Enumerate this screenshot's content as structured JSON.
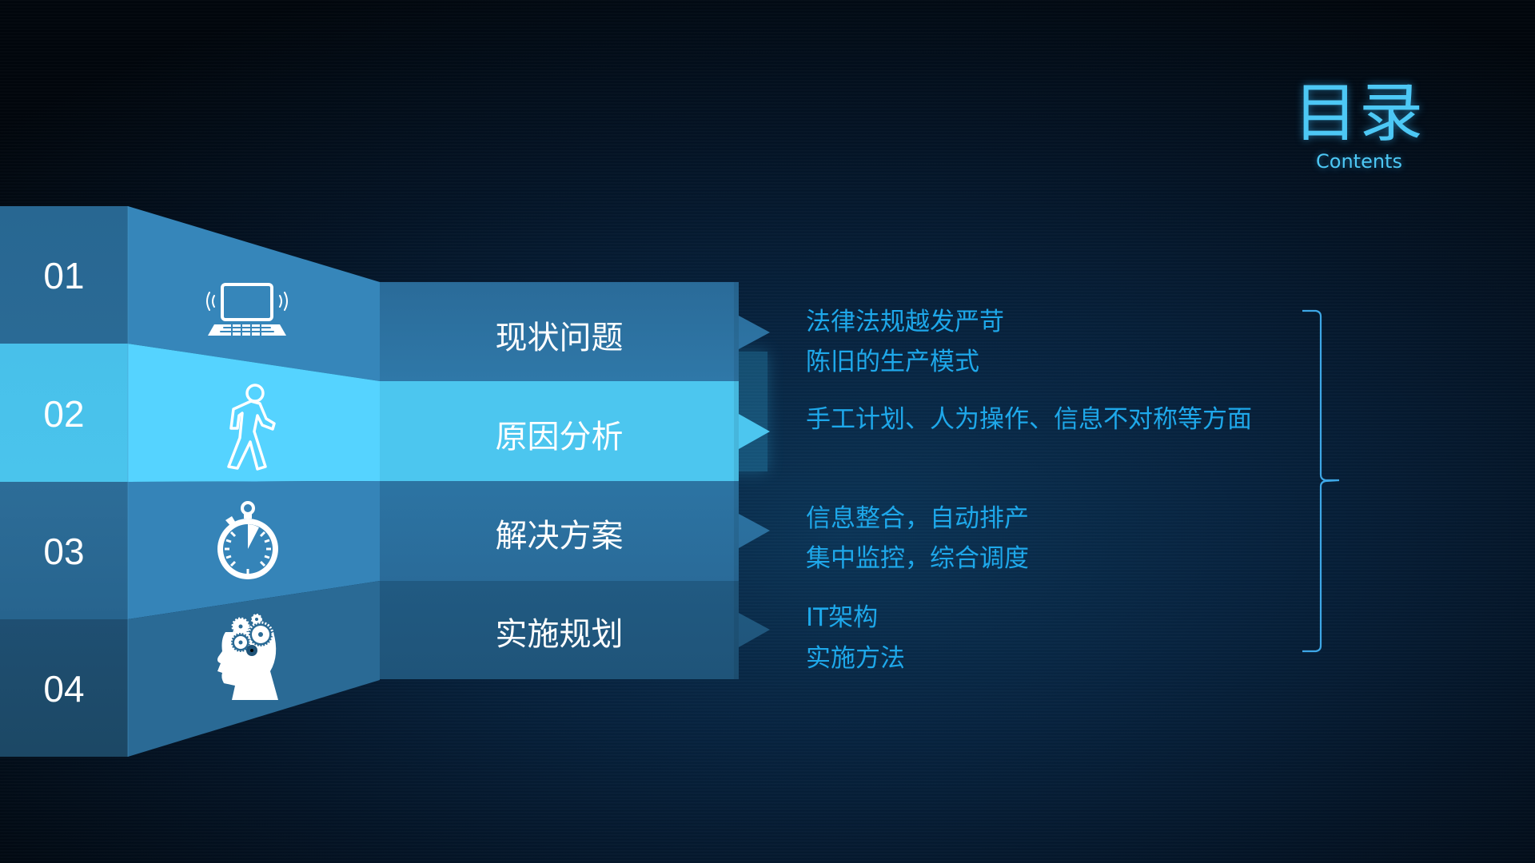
{
  "title": {
    "main": "目录",
    "sub": "Contents"
  },
  "colors": {
    "accent": "#4dc8f5",
    "desc_text": "#1ea8ea",
    "row_dark": "#2a6a95",
    "row_mid": "#3585bb",
    "row_highlight": "#55d2ff",
    "row_bottom": "#1f4f72"
  },
  "sections": [
    {
      "number": "01",
      "icon": "laptop-wifi-icon",
      "label": "现状问题",
      "active": false
    },
    {
      "number": "02",
      "icon": "walking-person-icon",
      "label": "原因分析",
      "active": true
    },
    {
      "number": "03",
      "icon": "stopwatch-icon",
      "label": "解决方案",
      "active": false
    },
    {
      "number": "04",
      "icon": "head-gears-icon",
      "label": "实施规划",
      "active": false
    }
  ],
  "details": {
    "s1": [
      "法律法规越发严苛",
      "陈旧的生产模式"
    ],
    "s2": [
      "手工计划、人为操作、信息不对称等方面"
    ],
    "s3": [
      "信息整合，自动排产",
      "集中监控，综合调度"
    ],
    "s4": [
      "IT架构",
      "实施方法"
    ]
  }
}
